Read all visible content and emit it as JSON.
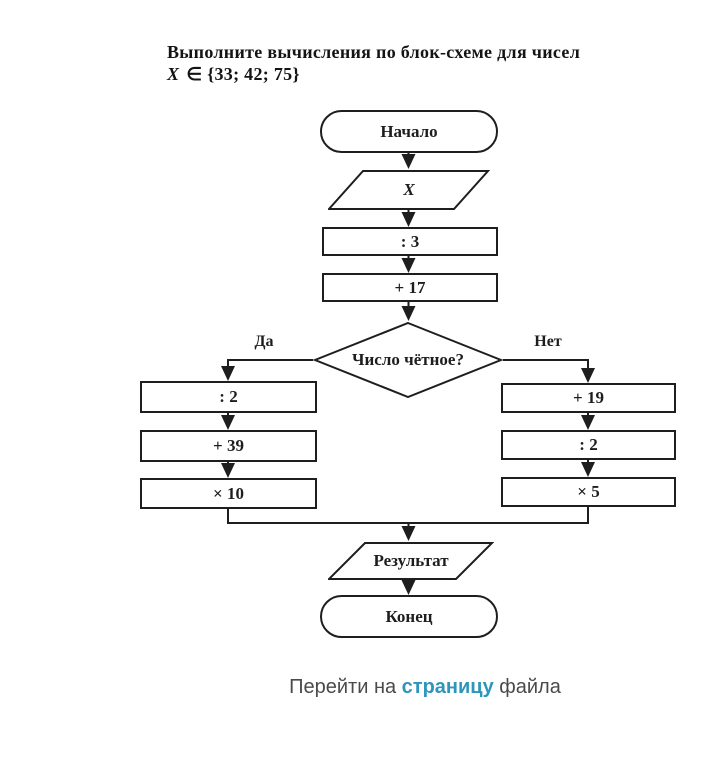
{
  "header": {
    "title_line1": "Выполните вычисления по блок-схеме для чисел",
    "title_var": "X",
    "title_set": "∈ {33; 42; 75}"
  },
  "flowchart": {
    "start_label": "Начало",
    "input_label": "X",
    "main_steps": [
      ": 3",
      "+ 17"
    ],
    "decision_label": "Число чётное?",
    "yes_label": "Да",
    "no_label": "Нет",
    "left_steps": [
      ": 2",
      "+ 39",
      "× 10"
    ],
    "right_steps": [
      "+ 19",
      ": 2",
      "× 5"
    ],
    "output_label": "Результат",
    "end_label": "Конец"
  },
  "footer": {
    "text_before": "Перейти на ",
    "link_text": "страницу",
    "text_after": " файла"
  },
  "colors": {
    "ink": "#1e1e1e",
    "footer_text": "#4a4a4a",
    "link": "#2e96bb"
  }
}
